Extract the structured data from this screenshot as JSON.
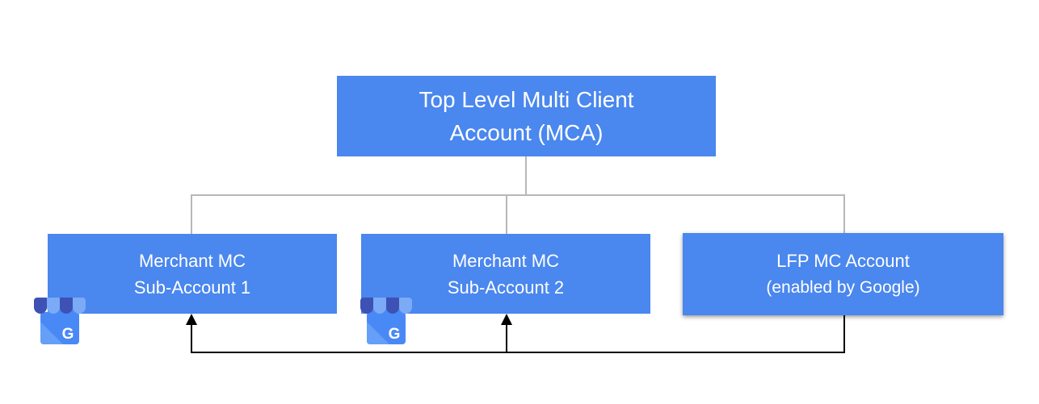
{
  "diagram": {
    "top_box": {
      "line1": "Top Level Multi Client",
      "line2": "Account (MCA)"
    },
    "sub_boxes": [
      {
        "line1": "Merchant MC",
        "line2": "Sub-Account 1"
      },
      {
        "line1": "Merchant MC",
        "line2": "Sub-Account 2"
      },
      {
        "line1": "LFP MC Account",
        "line2": "(enabled by Google)"
      }
    ],
    "gmb_icon": {
      "name": "google-my-business-storefront",
      "letter": "G"
    },
    "colors": {
      "box_fill": "#4a87ee",
      "box_text": "#ffffff",
      "connector_gray": "#b7b7b7",
      "connector_black": "#000000",
      "background": "#ffffff",
      "icon_body": "#4989f5",
      "icon_awning_dark": "#3e51b5",
      "icon_awning_light": "#7baaf7"
    }
  }
}
